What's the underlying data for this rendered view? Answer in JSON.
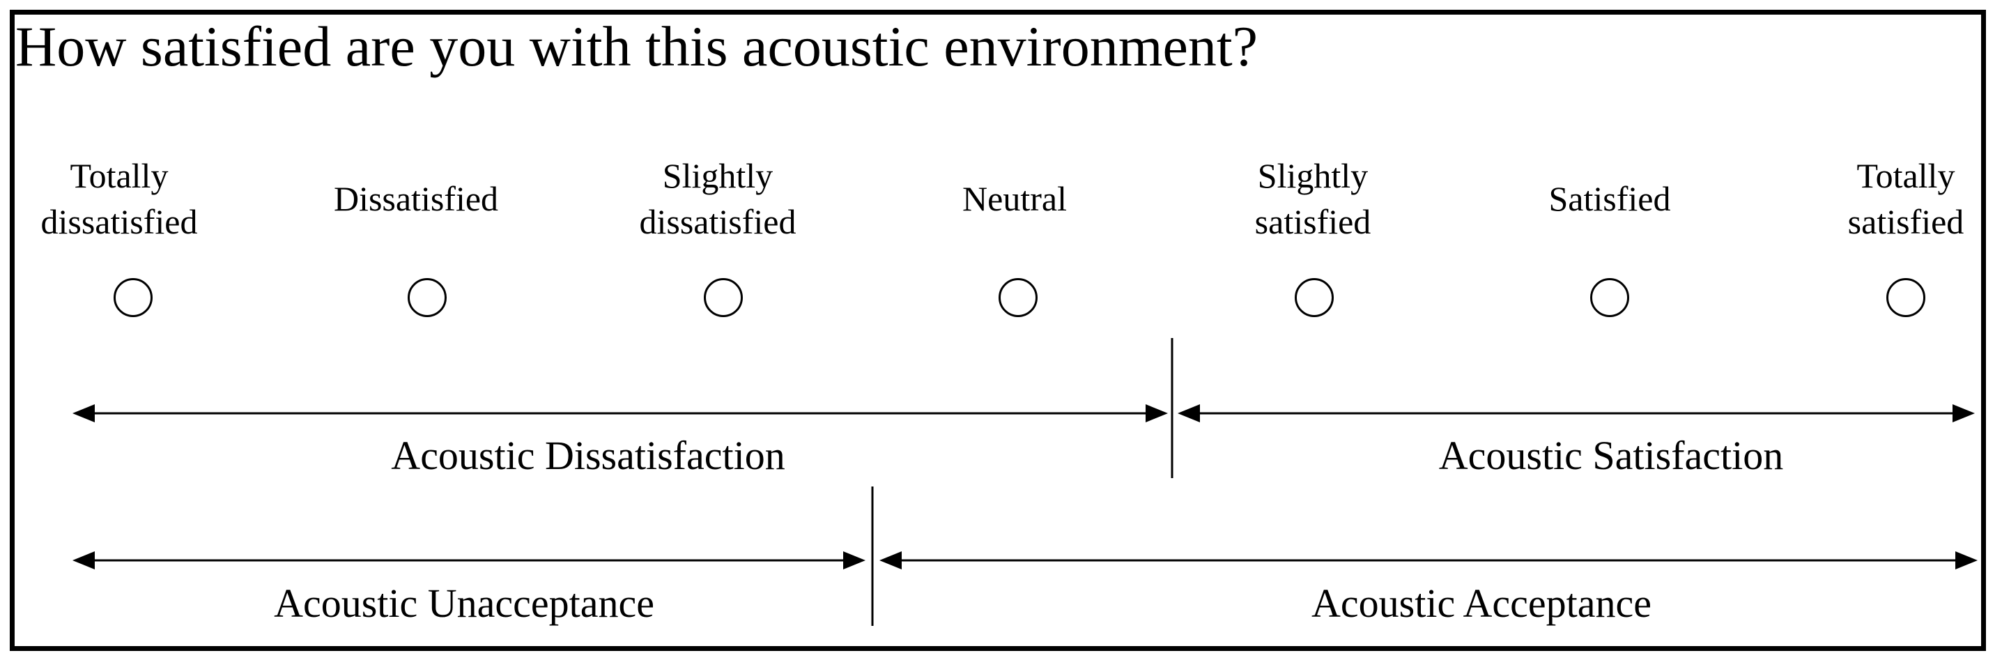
{
  "question": "How satisfied are you with this acoustic environment?",
  "options": [
    {
      "label": "Totally\ndissatisfied"
    },
    {
      "label": "Dissatisfied"
    },
    {
      "label": "Slightly\ndissatisfied"
    },
    {
      "label": "Neutral"
    },
    {
      "label": "Slightly\nsatisfied"
    },
    {
      "label": "Satisfied"
    },
    {
      "label": "Totally\nsatisfied"
    }
  ],
  "ranges": {
    "dissatisfaction": "Acoustic Dissatisfaction",
    "satisfaction": "Acoustic Satisfaction",
    "unacceptance": "Acoustic Unacceptance",
    "acceptance": "Acoustic Acceptance"
  }
}
